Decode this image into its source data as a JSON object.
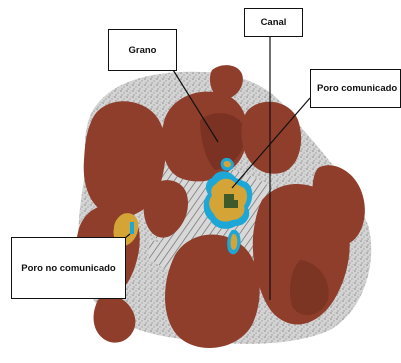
{
  "labels": {
    "grano": "Grano",
    "canal": "Canal",
    "poro_comunicado": "Poro comunicado",
    "poro_no_comunicado": "Poro no comunicado"
  },
  "colors": {
    "grain": "#8f3e2b",
    "grain_shadow": "#6e2c1d",
    "matrix": "#cfcfcf",
    "pore_outline": "#1da7d6",
    "pore_fill": "#d5a437",
    "pore_dark": "#3f5a2a",
    "channel_hatch": "#7a7a7a"
  }
}
